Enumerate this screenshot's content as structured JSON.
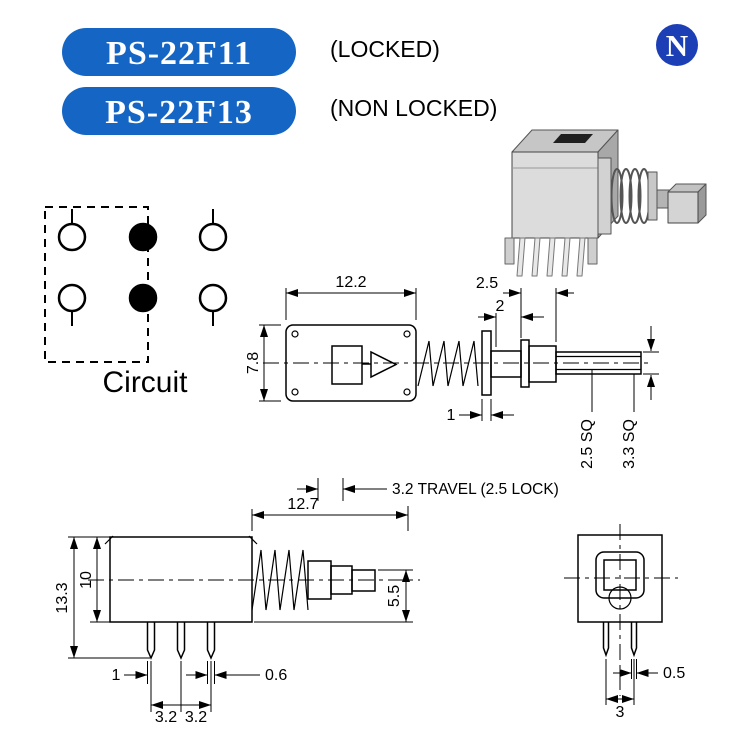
{
  "header": {
    "models": [
      {
        "code": "PS-22F11",
        "type": "(LOCKED)"
      },
      {
        "code": "PS-22F13",
        "type": "(NON LOCKED)"
      }
    ],
    "logo_letter": "N"
  },
  "colors": {
    "badge_blue": "#1566c4",
    "logo_blue": "#1c3fb5",
    "line_black": "#000000"
  },
  "circuit": {
    "label": "Circuit"
  },
  "side_view": {
    "dim_width": "12.2",
    "dim_collar": "2.5",
    "dim_step": "2",
    "dim_height": "7.8",
    "dim_washer": "1",
    "dim_shaft_inner": "2.5 SQ",
    "dim_shaft_outer": "3.3 SQ"
  },
  "annotations": {
    "travel": "3.2 TRAVEL (2.5 LOCK)",
    "dim_length": "12.7"
  },
  "front_view": {
    "dim_total_height": "13.3",
    "dim_body_height": "10",
    "dim_plunger": "5.5",
    "dim_pin_offset": "1",
    "dim_pin_width": "0.6",
    "dim_pitch_a": "3.2",
    "dim_pitch_b": "3.2"
  },
  "end_view": {
    "dim_pin_width": "0.5",
    "dim_pitch": "3"
  }
}
